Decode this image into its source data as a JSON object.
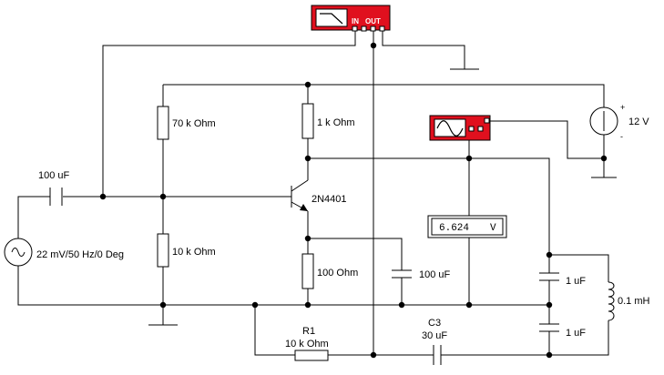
{
  "labels": {
    "c_in": "100 uF",
    "source": "22 mV/50 Hz/0 Deg",
    "r_bias_top": "70 k Ohm",
    "r_bias_bottom": "10 k Ohm",
    "r_collector": "1 k Ohm",
    "transistor": "2N4401",
    "r_emitter": "100  Ohm",
    "c_emitter": "100 uF",
    "supply": "12 V",
    "supply_plus": "+",
    "supply_minus": "-",
    "voltmeter_value": "6.624",
    "voltmeter_unit": "V",
    "c_tank_top": "1 uF",
    "c_tank_bottom": "1 uF",
    "inductor": "0.1 mH",
    "r_feedback_name": "R1",
    "r_feedback_value": "10 k Ohm",
    "c_feedback_name": "C3",
    "c_feedback_value": "30 uF",
    "bode_in": "IN",
    "bode_out": "OUT"
  },
  "colors": {
    "instrument": "#e0101e",
    "wire": "#000000",
    "background": "#ffffff"
  },
  "icons": {
    "bode_plotter": "lowpass-curve-icon",
    "oscilloscope": "sine-wave-icon"
  }
}
